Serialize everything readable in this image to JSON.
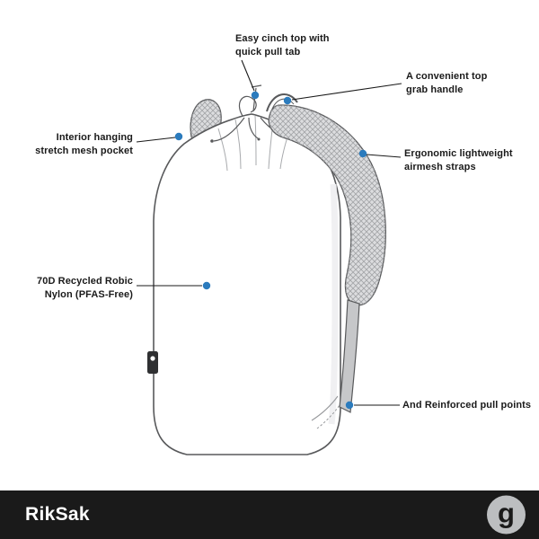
{
  "callouts": [
    {
      "label": "Easy cinch top with\nquick pull tab"
    },
    {
      "label": "A convenient top\ngrab handle"
    },
    {
      "label": "Interior hanging\nstretch mesh pocket"
    },
    {
      "label": "Ergonomic lightweight\nairmesh straps"
    },
    {
      "label": "70D Recycled Robic\nNylon (PFAS-Free)"
    },
    {
      "label": "And Reinforced pull points"
    }
  ],
  "footer": {
    "product_name": "RikSak",
    "logo_letter": "g"
  },
  "colors": {
    "accent_dot": "#2b7bbd",
    "footer_bg": "#1a1a1a",
    "line_art": "#58595b"
  }
}
